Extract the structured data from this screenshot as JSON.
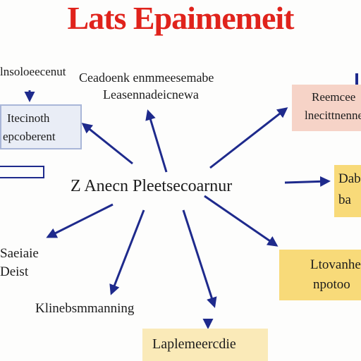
{
  "title": "Lats Epaimemeit",
  "center": {
    "label": "Z Anecn Pleetsecoarnur"
  },
  "top_left_label": "lnsoloeecenut",
  "top_center": {
    "line1": "Ceadoenk enmmeesemabe",
    "line2": "Leasennadeicnewa"
  },
  "left_box": {
    "line1": "Itecinoth",
    "line2": "epcoberent"
  },
  "right_top_box": {
    "line1": "Reemcee",
    "line2": "lnecittnenne"
  },
  "right_mid_box": {
    "line1": "Dab",
    "line2": "ba"
  },
  "left_mid_text": {
    "line1": "Saeiaie",
    "line2": "Deist"
  },
  "right_lower_box": {
    "line1": "Ltovanhe",
    "line2": "npotoo"
  },
  "bottom_left_label": "Klinebsmmanning",
  "bottom_box": {
    "label": "Laplemeercdie"
  },
  "colors": {
    "title": "#e0231c",
    "arrow": "#1e2a8c",
    "left_box_fill": "#e9edf6",
    "left_box_border": "#a9b6d8",
    "right_top_fill": "#f6d3c7",
    "yellow_fill": "#f8da79",
    "bottom_fill": "#faeab8"
  },
  "icons": {
    "arrow": "arrow-icon"
  }
}
